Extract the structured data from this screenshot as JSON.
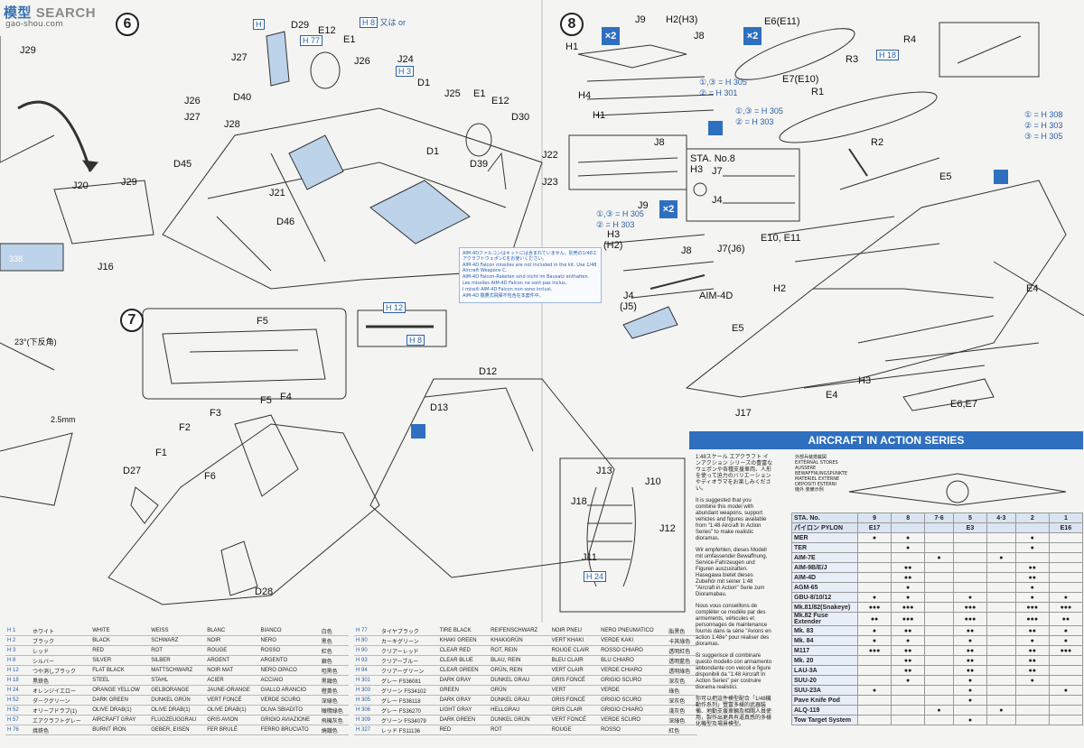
{
  "watermark": {
    "brand_a": "模型",
    "brand_b": "SEARCH",
    "url": "gao-shou.com"
  },
  "steps": {
    "s6": "6",
    "s7": "7",
    "s8": "8"
  },
  "parts_step6": [
    "J29",
    "D29",
    "E12",
    "E1",
    "J27",
    "J26",
    "J24",
    "D1",
    "J25",
    "J26",
    "J27",
    "D40",
    "J28",
    "E1",
    "E12",
    "D30",
    "D45",
    "D1",
    "D39",
    "J22",
    "J23",
    "J20",
    "J29",
    "J21",
    "D46",
    "J16"
  ],
  "parts_step7": [
    "F5",
    "F5",
    "F4",
    "F3",
    "F2",
    "F1",
    "F6",
    "D27",
    "D28",
    "D12",
    "D13",
    "J13",
    "J10",
    "J18",
    "J11",
    "J12"
  ],
  "parts_step8": [
    "J9",
    "H2(H3)",
    "E6(E11)",
    "J8",
    "R4",
    "H1",
    "R3",
    "H4",
    "E7(E10)",
    "R1",
    "H1",
    "R2",
    "J8",
    "STA. No.8",
    "H3",
    "J7",
    "J4",
    "J9",
    "E5",
    "H3",
    "(H2)",
    "J8",
    "E10, E11",
    "J7(J6)",
    "H2",
    "J4",
    "(J5)",
    "AIM-4D",
    "E5",
    "E4",
    "H3",
    "E4",
    "E6,E7",
    "J17"
  ],
  "hcodes": {
    "h1": "H",
    "h8": "H 8",
    "h77": "H 77",
    "h3": "H 3",
    "h12": "H 12",
    "h24": "H 24",
    "h18": "H 18",
    "or": "又は or",
    "h8b": "H 8"
  },
  "color_callouts": {
    "c1": "①,③ = H 305",
    "c2": "② = H 301",
    "c3": "①,③ = H 305",
    "c4": "② = H 303",
    "c5": "① = H 308",
    "c6": "② = H 303",
    "c7": "③ = H 305",
    "c8": "①,③ = H 305",
    "c9": "② = H 303"
  },
  "x2": "×2",
  "angle": "23°(下反角)",
  "dim": "2.5mm",
  "tag338": "338",
  "note_lines": [
    "AIM-4Dファルコンはキットには含まれていません。別売の1/48エアクラフトウェポンCをお使いください。",
    "AIM-4D Falcon missiles are not included in the kit. Use 1/48 Aircraft Weapons C.",
    "AIM-4D Falcon-Raketen sind nicht im Bausatz enthalten.",
    "Les missiles AIM-4D Falcon ne sont pas inclus.",
    "I missili AIM-4D Falcon non sono inclusi.",
    "AIM-4D 獵鷹式飛彈不包含在本套件中。"
  ],
  "paint_left": [
    [
      "H 1",
      "ホワイト",
      "WHITE",
      "WEISS",
      "BLANC",
      "BIANCO",
      "白色"
    ],
    [
      "H 2",
      "ブラック",
      "BLACK",
      "SCHWARZ",
      "NOIR",
      "NERO",
      "黑色"
    ],
    [
      "H 3",
      "レッド",
      "RED",
      "ROT",
      "ROUGE",
      "ROSSO",
      "紅色"
    ],
    [
      "H 8",
      "シルバー",
      "SILVER",
      "SILBER",
      "ARGENT",
      "ARGENTO",
      "銀色"
    ],
    [
      "H 12",
      "つや消しブラック",
      "FLAT BLACK",
      "MATTSCHWARZ",
      "NOIR MAT",
      "NERO OPACO",
      "啞黑色"
    ],
    [
      "H 18",
      "黒鉄色",
      "STEEL",
      "STAHL",
      "ACIER",
      "ACCIAIO",
      "黑鐵色"
    ],
    [
      "H 24",
      "オレンジイエロー",
      "ORANGE YELLOW",
      "GELBORANGE",
      "JAUNE-ORANGE",
      "GIALLO ARANCIO",
      "橙黃色"
    ],
    [
      "H 52",
      "ダークグリーン",
      "DARK GREEN",
      "DUNKEL GRÜN",
      "VERT FONCÉ",
      "VERDE SCURO",
      "深綠色"
    ],
    [
      "H 52",
      "オリーブドラブ(1)",
      "OLIVE DRAB(1)",
      "OLIVE DRAB(1)",
      "OLIVE DRAB(1)",
      "OLIVA SBIADITO",
      "橄欖綠色"
    ],
    [
      "H 57",
      "エアクラフトグレー",
      "AIRCRAFT GRAY",
      "FLUGZEUGGRAU",
      "GRIS AVION",
      "GRIGIO AVIAZIONE",
      "飛機灰色"
    ],
    [
      "H 76",
      "焼鉄色",
      "BURNT IRON",
      "GEBER, EISEN",
      "FER BRULÉ",
      "FERRO BRUCIATO",
      "燒鐵色"
    ]
  ],
  "paint_right": [
    [
      "H 77",
      "タイヤブラック",
      "TIRE BLACK",
      "REIFENSCHWARZ",
      "NOIR PNEU",
      "NERO PNEUMATICO",
      "胎黑色"
    ],
    [
      "H 80",
      "カーキグリーン",
      "KHAKI GREEN",
      "KHAKIGRÜN",
      "VERT KHAKI",
      "VERDE KAKI",
      "卡其綠色"
    ],
    [
      "H 90",
      "クリアーレッド",
      "CLEAR RED",
      "ROT, REIN",
      "ROUGE CLAIR",
      "ROSSO CHIARO",
      "透明紅色"
    ],
    [
      "H 93",
      "クリアーブルー",
      "CLEAR BLUE",
      "BLAU, REIN",
      "BLEU CLAIR",
      "BLU CHIARO",
      "透明藍色"
    ],
    [
      "H 94",
      "クリアーグリーン",
      "CLEAR GREEN",
      "GRÜN, REIN",
      "VERT CLAIR",
      "VERDE CHIARO",
      "透明綠色"
    ],
    [
      "H 301",
      "グレー FS36081",
      "DARK GRAY",
      "DUNKEL GRAU",
      "GRIS FONCÉ",
      "GRIGIO SCURO",
      "深灰色"
    ],
    [
      "H 303",
      "グリーン FS34102",
      "GREEN",
      "GRÜN",
      "VERT",
      "VERDE",
      "綠色"
    ],
    [
      "H 305",
      "グレー FS36118",
      "DARK GRAY",
      "DUNKEL GRAU",
      "GRIS FONCÉ",
      "GRIGIO SCURO",
      "深灰色"
    ],
    [
      "H 306",
      "グレー FS36270",
      "LIGHT GRAY",
      "HELLGRAU",
      "GRIS CLAIR",
      "GRIGIO CHIARO",
      "淺灰色"
    ],
    [
      "H 309",
      "グリーン FS34079",
      "DARK GREEN",
      "DUNKEL GRÜN",
      "VERT FONCÉ",
      "VERDE SCURO",
      "深綠色"
    ],
    [
      "H 327",
      "レッド FS11136",
      "RED",
      "ROT",
      "ROUGE",
      "ROSSO",
      "紅色"
    ]
  ],
  "ais": {
    "title": "AIRCRAFT IN ACTION SERIES",
    "paras": [
      "1:48スケール エアクラフト インアクション シリーズの豊富なウェポンや各種支援車両、人形を使って迫力のバリエーションやディオラマをお楽しみください。",
      "It is suggested that you combine this model with abundant weapons, support vehicles and figures available from \"1:48 Aircraft In Action Series\" to make realistic dioramas.",
      "Wir empfehlen, dieses Modell mit umfassender Bewaffnung, Service-Fahrzeugen und Figuren auszustatten. Hasegawa bietet dieses Zubehör mit seiner 1:48 \"Aircraft in Action\" Serie zum Dioramabau.",
      "Nous vous conseillons de compléter ce modèle par des armements, véhicules et personnages de maintenance fournis dans la série \"Avions en action 1:48e\" pour réaliser des dioramas.",
      "Si suggerisce di combinare questo modello con armamento abbondante con veicoli e figure disponibili da \"1:48 Aircraft In Action Series\" per costruire diorama realistici.",
      "你可以把這件模型配合「1/48機動作系列」豐富多樣的武器裝備、地勤支援車輛及相關人員使用，製作出更具有逼真感的多樣化機型及場景模型。"
    ],
    "ext_lines": [
      "外部兵装搭載図",
      "EXTERNAL STORES",
      "AUSSERE",
      "BEWAFFNUNGSPUNKTE",
      "MATERIEL EXTERNE",
      "DEPOSITI ESTERNI",
      "機外 裝備示例"
    ],
    "sta_header": "STA. No.",
    "stations": [
      "9",
      "8",
      "7·6",
      "5",
      "4·3",
      "2",
      "1"
    ],
    "pylon_row": [
      "パイロン PYLON",
      "E17",
      "",
      "",
      "E3",
      "",
      "",
      "E16"
    ],
    "rows": [
      [
        "MER",
        "●",
        "●",
        "",
        "",
        "",
        "●",
        ""
      ],
      [
        "TER",
        "",
        "●",
        "",
        "",
        "",
        "●",
        ""
      ],
      [
        "AIM-7E",
        "",
        "",
        "●",
        "",
        "●",
        "",
        ""
      ],
      [
        "AIM-9B/E/J",
        "",
        "●●",
        "",
        "",
        "",
        "●●",
        ""
      ],
      [
        "AIM-4D",
        "",
        "●●",
        "",
        "",
        "",
        "●●",
        ""
      ],
      [
        "AGM-65",
        "",
        "●",
        "",
        "",
        "",
        "●",
        ""
      ],
      [
        "GBU-8/10/12",
        "●",
        "●",
        "",
        "●",
        "",
        "●",
        "●"
      ],
      [
        "Mk.81/82(Snakeye)",
        "●●●",
        "●●●",
        "",
        "●●●",
        "",
        "●●●",
        "●●●"
      ],
      [
        "Mk.82 Fuse Extender",
        "●●",
        "●●●",
        "",
        "●●●",
        "",
        "●●●",
        "●●"
      ],
      [
        "Mk. 83",
        "●",
        "●●",
        "",
        "●●",
        "",
        "●●",
        "●"
      ],
      [
        "Mk. 84",
        "●",
        "●",
        "",
        "●",
        "",
        "●",
        "●"
      ],
      [
        "M117",
        "●●●",
        "●●",
        "",
        "●●",
        "",
        "●●",
        "●●●"
      ],
      [
        "Mk. 20",
        "",
        "●●",
        "",
        "●●",
        "",
        "●●",
        ""
      ],
      [
        "LAU-3A",
        "",
        "●●",
        "",
        "●●",
        "",
        "●●",
        ""
      ],
      [
        "SUU-20",
        "",
        "●",
        "",
        "●",
        "",
        "●",
        ""
      ],
      [
        "SUU-23A",
        "●",
        "",
        "",
        "●",
        "",
        "",
        "●"
      ],
      [
        "Pave Knife Pod",
        "",
        "",
        "",
        "●",
        "",
        "",
        ""
      ],
      [
        "ALQ-119",
        "",
        "",
        "●",
        "",
        "●",
        "",
        ""
      ],
      [
        "Tow Target System",
        "",
        "",
        "",
        "●",
        "",
        "",
        ""
      ]
    ]
  }
}
